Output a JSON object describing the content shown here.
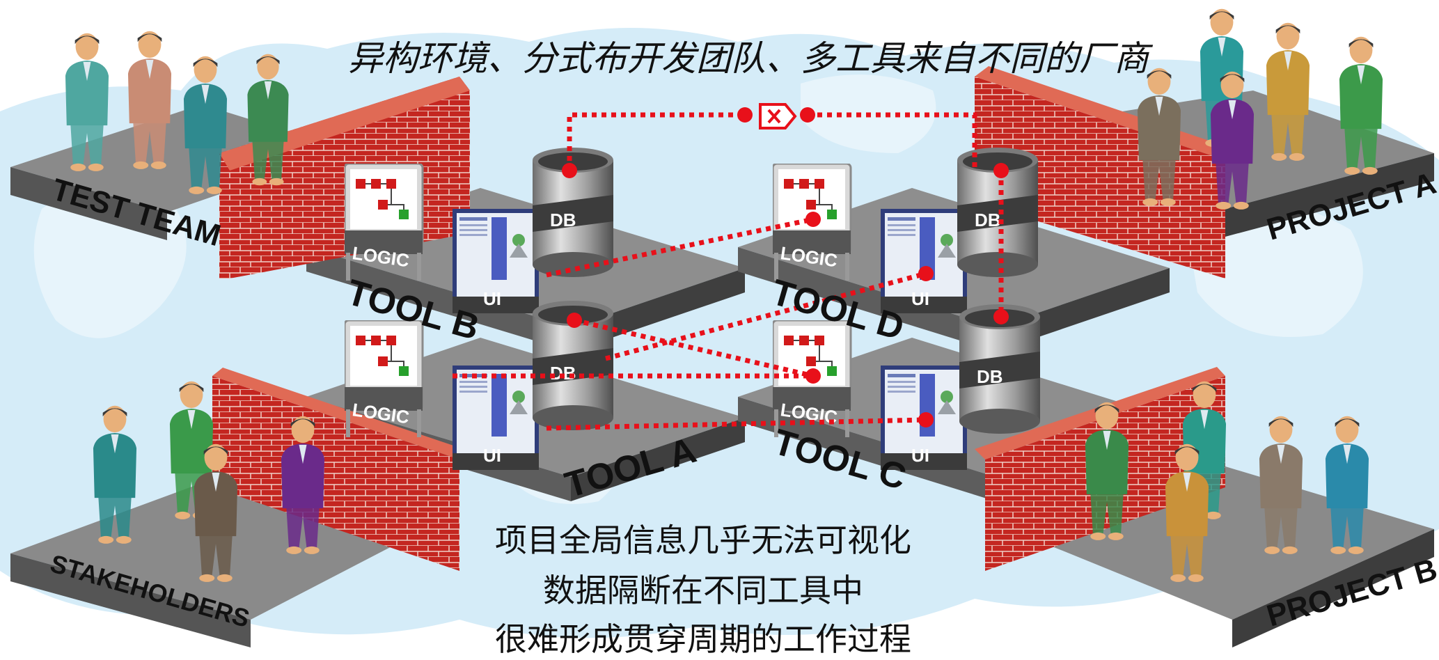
{
  "title": "异构环境、分式布开发团队、多工具来自不同的厂商",
  "teams": {
    "test_team": "TEST TEAM",
    "stakeholders": "STAKEHOLDERS",
    "project_a": "PROJECT A",
    "project_b": "PROJECT B"
  },
  "tools": {
    "tool_a": "TOOL A",
    "tool_b": "TOOL B",
    "tool_c": "TOOL C",
    "tool_d": "TOOL D"
  },
  "labels": {
    "db": "DB",
    "logic": "LOGIC",
    "ui": "UI"
  },
  "bottom_text": [
    "项目全局信息几乎无法可视化",
    "数据隔断在不同工具中",
    "很难形成贯穿周期的工作过程"
  ],
  "colors": {
    "wall": "#c9241f",
    "connector": "#e8101a",
    "platform_top": "#8e8e8e",
    "map_land": "#cde9f7"
  },
  "icons": [
    "broken-link-icon",
    "logic-flowchart-icon",
    "ui-screen-icon",
    "database-icon",
    "person-icon",
    "brick-wall-icon"
  ]
}
